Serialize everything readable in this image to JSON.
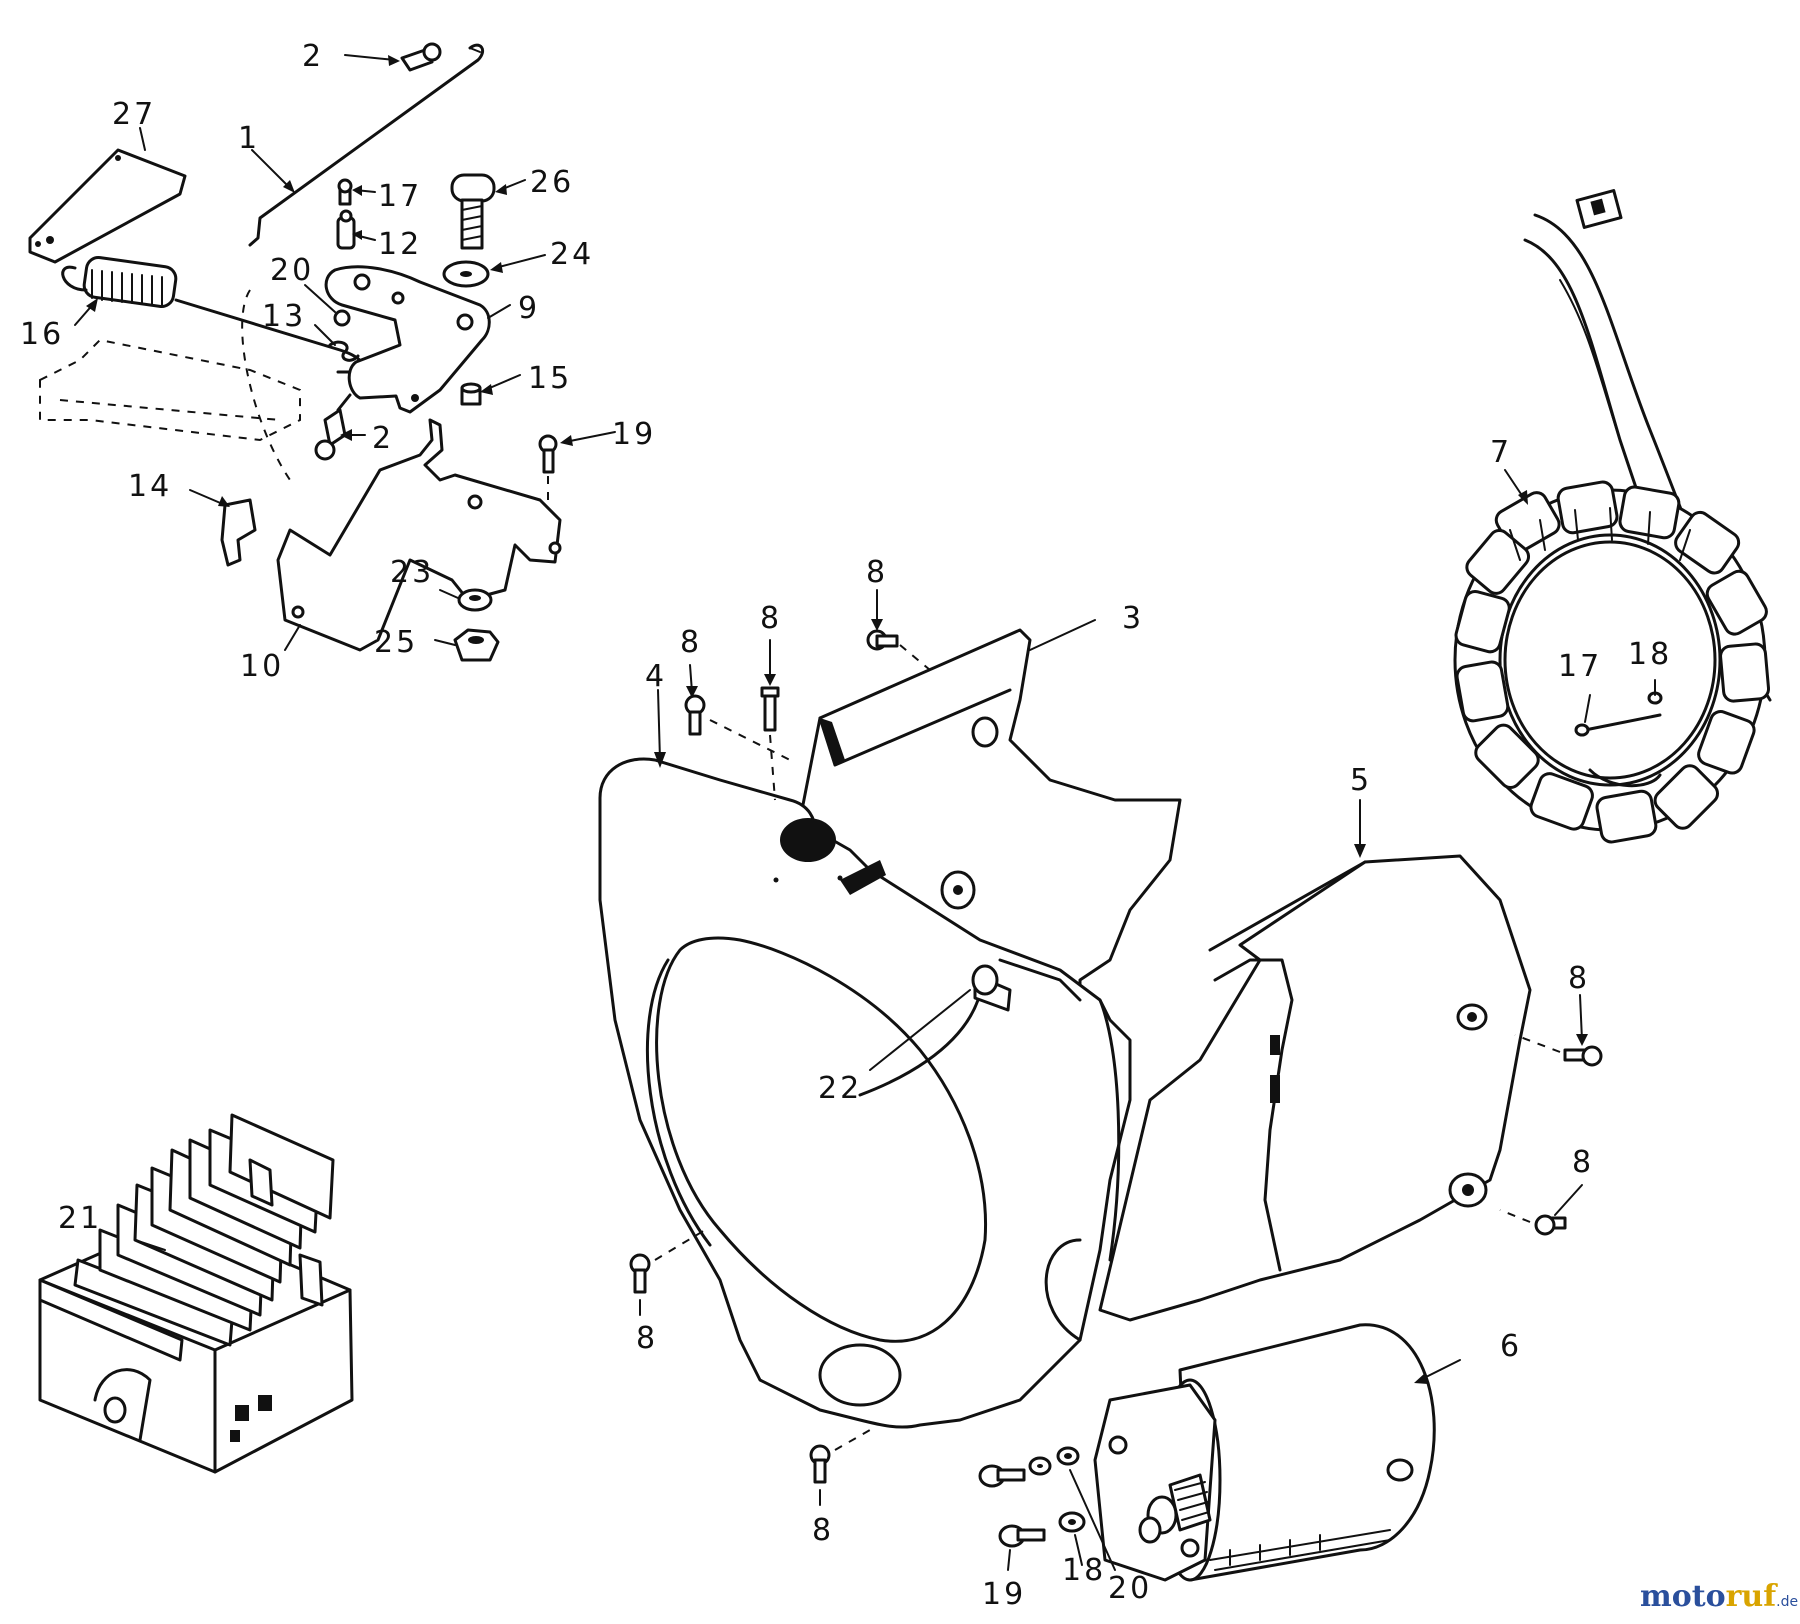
{
  "callouts": {
    "c1": "1",
    "c2a": "2",
    "c2b": "2",
    "c3": "3",
    "c4": "4",
    "c5": "5",
    "c6": "6",
    "c7": "7",
    "c8a": "8",
    "c8b": "8",
    "c8c": "8",
    "c8d": "8",
    "c8e": "8",
    "c8f": "8",
    "c8g": "8",
    "c9": "9",
    "c10": "10",
    "c12": "12",
    "c13": "13",
    "c14": "14",
    "c15": "15",
    "c16": "16",
    "c17a": "17",
    "c17b": "17",
    "c18a": "18",
    "c18b": "18",
    "c19a": "19",
    "c19b": "19",
    "c20a": "20",
    "c20b": "20",
    "c21": "21",
    "c22": "22",
    "c23": "23",
    "c24": "24",
    "c25": "25",
    "c26": "26",
    "c27": "27"
  },
  "watermark": {
    "part1": "moto",
    "part2": "ruf",
    "suffix": ".de"
  }
}
